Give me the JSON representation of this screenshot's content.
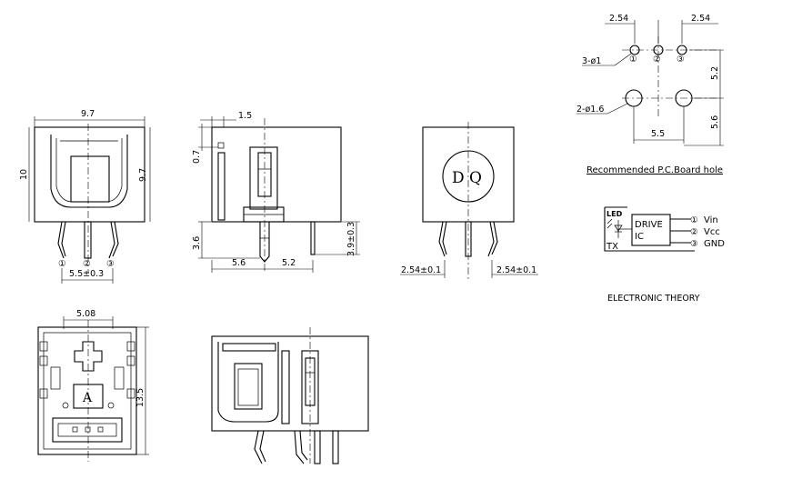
{
  "front_view": {
    "width_dim": "9.7",
    "height_dim": "10",
    "inner_height_dim": "9.7",
    "pin_labels": [
      "①",
      "②",
      "③"
    ],
    "pitch_dim": "5.5±0.3"
  },
  "side_view": {
    "top_dim": "1.5",
    "small_dim": "0.7",
    "pin_length_dim": "3.6",
    "pin_length_right_dim": "3.9±0.3",
    "left_offset_dim": "5.6",
    "right_offset_dim": "5.2"
  },
  "rear_view": {
    "logo_text": "D Q",
    "left_pitch_dim": "2.54±0.1",
    "right_pitch_dim": "2.54±0.1"
  },
  "top_view": {
    "width_dim": "5.08",
    "depth_dim": "13.5",
    "marking": "A"
  },
  "pcb_layout": {
    "pitch_left": "2.54",
    "pitch_right": "2.54",
    "small_hole_label": "3-ø1",
    "large_hole_label": "2-ø1.6",
    "vertical_dim_top": "5.2",
    "vertical_dim_bottom": "5.6",
    "horizontal_dim": "5.5",
    "pin_labels": [
      "①",
      "②",
      "③"
    ],
    "caption": "Recommended P.C.Board hole"
  },
  "schematic": {
    "led_label": "LED",
    "ic_label_line1": "DRIVE",
    "ic_label_line2": "IC",
    "pins": [
      {
        "num": "①",
        "name": "Vin"
      },
      {
        "num": "②",
        "name": "Vcc"
      },
      {
        "num": "③",
        "name": "GND"
      }
    ],
    "tx_label": "TX",
    "caption": "ELECTRONIC THEORY"
  }
}
